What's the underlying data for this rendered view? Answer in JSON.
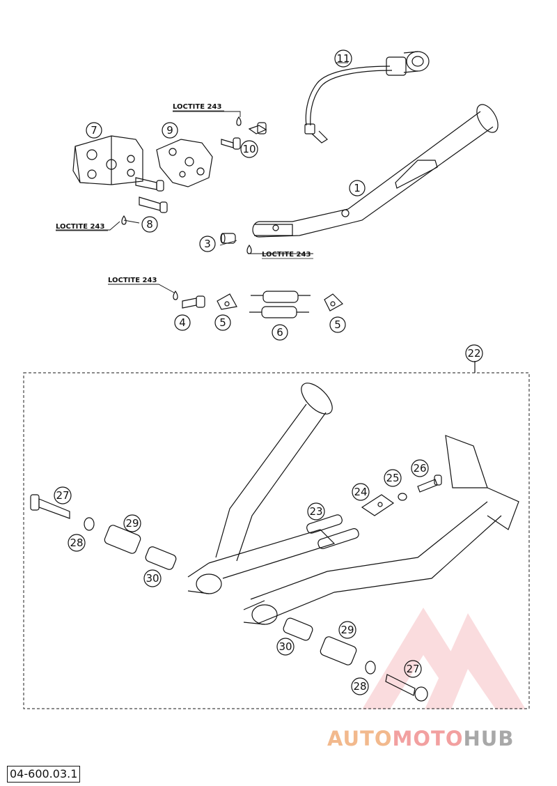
{
  "parts": [
    {
      "id": "p1",
      "label": "1"
    },
    {
      "id": "p3",
      "label": "3"
    },
    {
      "id": "p4",
      "label": "4"
    },
    {
      "id": "p5a",
      "label": "5"
    },
    {
      "id": "p5b",
      "label": "5"
    },
    {
      "id": "p6",
      "label": "6"
    },
    {
      "id": "p7",
      "label": "7"
    },
    {
      "id": "p8",
      "label": "8"
    },
    {
      "id": "p9",
      "label": "9"
    },
    {
      "id": "p10",
      "label": "10"
    },
    {
      "id": "p11",
      "label": "11"
    },
    {
      "id": "p22",
      "label": "22"
    },
    {
      "id": "p23",
      "label": "23"
    },
    {
      "id": "p24",
      "label": "24"
    },
    {
      "id": "p25",
      "label": "25"
    },
    {
      "id": "p26",
      "label": "26"
    },
    {
      "id": "p27a",
      "label": "27"
    },
    {
      "id": "p27b",
      "label": "27"
    },
    {
      "id": "p28a",
      "label": "28"
    },
    {
      "id": "p28b",
      "label": "28"
    },
    {
      "id": "p29a",
      "label": "29"
    },
    {
      "id": "p29b",
      "label": "29"
    },
    {
      "id": "p30a",
      "label": "30"
    },
    {
      "id": "p30b",
      "label": "30"
    }
  ],
  "loctite_labels": [
    "LOCTITE 243",
    "LOCTITE 243",
    "LOCTITE 243",
    "LOCTITE 243"
  ],
  "reference_code": "04-600.03.1",
  "watermark": {
    "part1": "AUTO",
    "part2": "MOTO",
    "part3": "HUB"
  },
  "colors": {
    "line": "#111111",
    "watermark_red": "#e8424a",
    "watermark_orange": "#f0a060",
    "watermark_grey": "#a0a0a0"
  }
}
